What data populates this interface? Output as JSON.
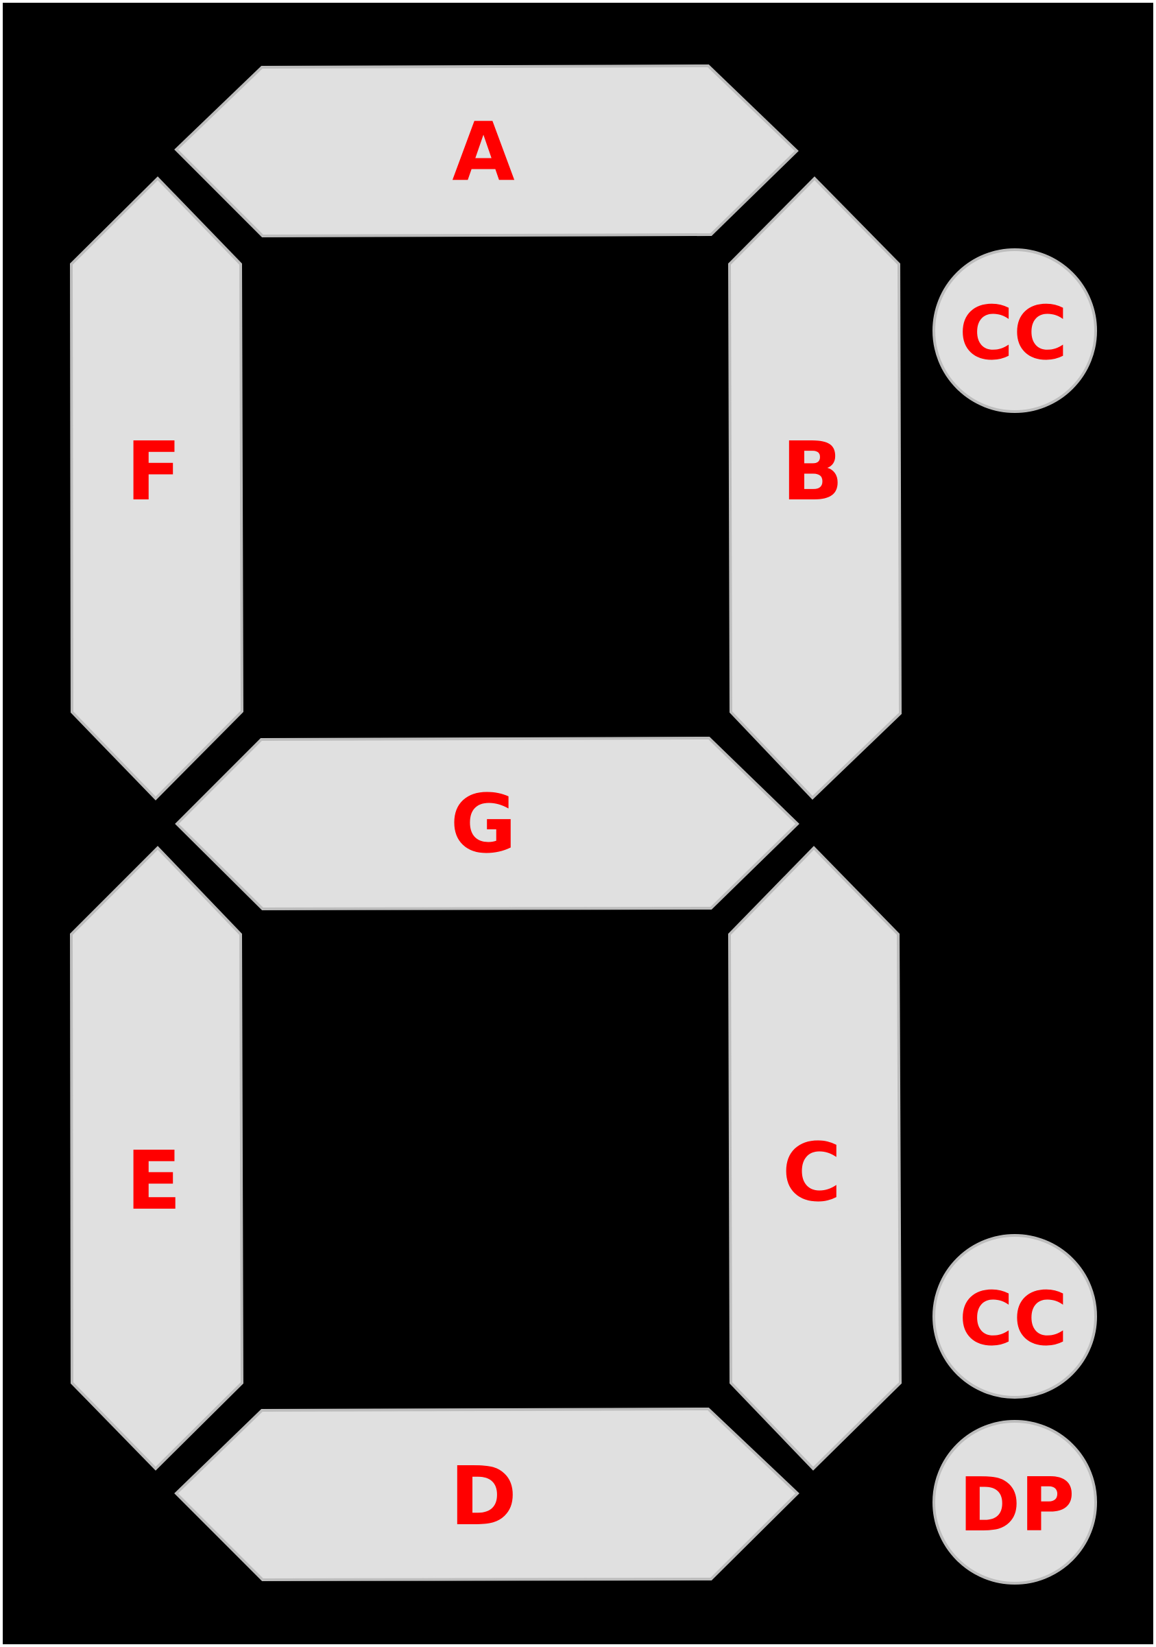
{
  "colors": {
    "background": "#000000",
    "segment": "#e0e0e0",
    "segment_edge": "#bdbdbd",
    "label": "#ff0000"
  },
  "segments": {
    "a": {
      "label": "A"
    },
    "b": {
      "label": "B"
    },
    "c": {
      "label": "C"
    },
    "d": {
      "label": "D"
    },
    "e": {
      "label": "E"
    },
    "f": {
      "label": "F"
    },
    "g": {
      "label": "G"
    }
  },
  "pins": {
    "cc_top": {
      "label": "CC"
    },
    "cc_bottom": {
      "label": "CC"
    },
    "dp": {
      "label": "DP"
    }
  }
}
